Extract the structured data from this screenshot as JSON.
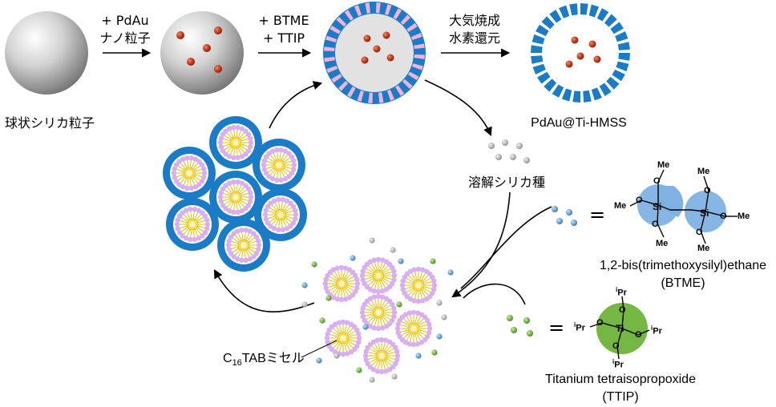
{
  "steps": {
    "sphere_label": "球状シリカ粒子",
    "step1_a": "+ PdAu",
    "step1_b": "ナノ粒子",
    "step2_a": "+ BTME",
    "step2_b": "+ TTIP",
    "step3_a": "大気焼成",
    "step3_b": "水素還元",
    "product_label": "PdAu@Ti-HMSS",
    "dissolved_label": "溶解シリカ種",
    "micelle_label_prefix": "C",
    "micelle_label_sub": "16",
    "micelle_label_suffix": "TABミセル"
  },
  "legend": {
    "equals": "=",
    "btme_name": "1,2-bis(trimethoxysilyl)ethane",
    "btme_abbr": "(BTME)",
    "ttip_name": "Titanium tetraisopropoxide",
    "ttip_abbr": "(TTIP)"
  },
  "btme_structure": {
    "si": "Si",
    "o": "O",
    "me": "Me"
  },
  "ttip_structure": {
    "ti": "Ti",
    "o": "O",
    "ipr_sup": "i",
    "ipr": "Pr"
  },
  "colors": {
    "shell_blue": "#1a7cc7",
    "nanoparticle": "#c0361c",
    "micelle_purple": "#d9aef2",
    "micelle_yellow": "#ffd84a",
    "btme_blue": "#7fb2e3",
    "ttip_green": "#74b843",
    "silica_gray": "#a9a9a9"
  }
}
